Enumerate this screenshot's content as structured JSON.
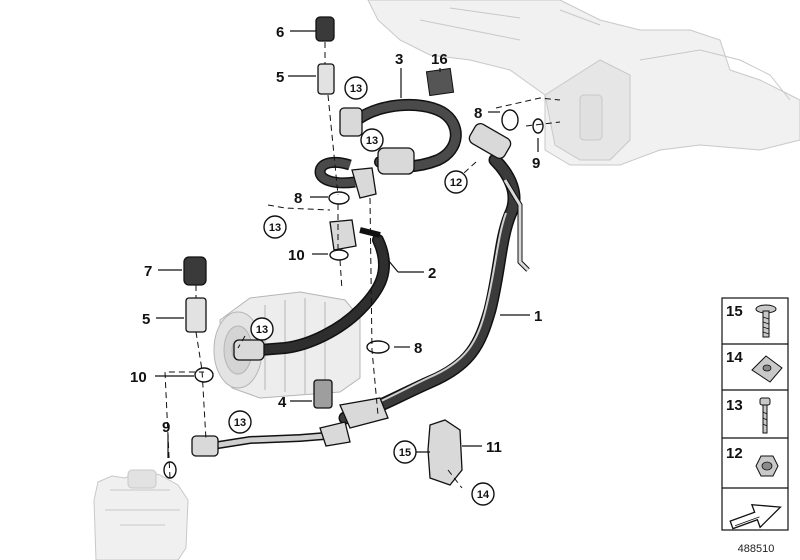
{
  "diagram": {
    "catalog_number": "488510",
    "callouts": [
      {
        "id": "c1",
        "text": "1"
      },
      {
        "id": "c2",
        "text": "2"
      },
      {
        "id": "c3",
        "text": "3"
      },
      {
        "id": "c4",
        "text": "4"
      },
      {
        "id": "c5a",
        "text": "5"
      },
      {
        "id": "c5b",
        "text": "5"
      },
      {
        "id": "c6",
        "text": "6"
      },
      {
        "id": "c7",
        "text": "7"
      },
      {
        "id": "c8a",
        "text": "8"
      },
      {
        "id": "c8b",
        "text": "8"
      },
      {
        "id": "c8c",
        "text": "8"
      },
      {
        "id": "c9a",
        "text": "9"
      },
      {
        "id": "c9b",
        "text": "9"
      },
      {
        "id": "c10a",
        "text": "10"
      },
      {
        "id": "c10b",
        "text": "10"
      },
      {
        "id": "c11",
        "text": "11"
      },
      {
        "id": "c16",
        "text": "16"
      }
    ],
    "circled_callouts": [
      {
        "id": "cc13a",
        "text": "13"
      },
      {
        "id": "cc13b",
        "text": "13"
      },
      {
        "id": "cc13c",
        "text": "13"
      },
      {
        "id": "cc13d",
        "text": "13"
      },
      {
        "id": "cc13e",
        "text": "13"
      },
      {
        "id": "cc12",
        "text": "12"
      },
      {
        "id": "cc15",
        "text": "15"
      },
      {
        "id": "cc14",
        "text": "14"
      }
    ]
  },
  "legend": {
    "items": [
      {
        "number": "15",
        "icon": "torx-screw-icon"
      },
      {
        "number": "14",
        "icon": "clip-nut-icon"
      },
      {
        "number": "13",
        "icon": "bolt-icon"
      },
      {
        "number": "12",
        "icon": "hex-nut-icon"
      }
    ],
    "arrow_icon": "direction-arrow-icon"
  },
  "colors": {
    "line": "#111111",
    "part_gray": "#d9d9d9",
    "part_dark": "#3a3a3a",
    "hose_dark": "#2b2b2b",
    "faded": "#cfcfcf"
  }
}
